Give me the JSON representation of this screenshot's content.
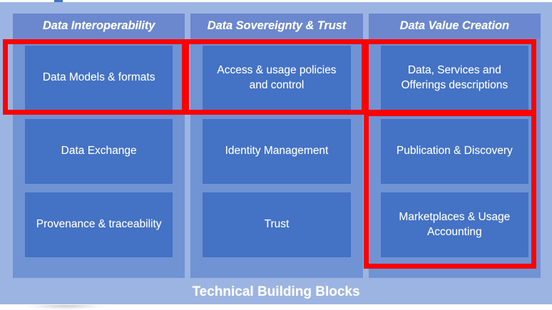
{
  "diagram": {
    "caption": "Technical Building Blocks",
    "colors": {
      "background": "#9CB4E2",
      "column_background": "#7093D4",
      "header_band": "#6B87CE",
      "cell": "#4472C4",
      "cell_text": "#FFFFFF",
      "annotation": "#FF0000"
    },
    "columns": [
      {
        "header": "Data Interoperability",
        "cells": [
          "Data Models & formats",
          "Data Exchange",
          "Provenance & traceability"
        ]
      },
      {
        "header": "Data Sovereignty & Trust",
        "cells": [
          "Access & usage policies and control",
          "Identity Management",
          "Trust"
        ]
      },
      {
        "header": "Data Value Creation",
        "cells": [
          "Data, Services and Offerings descriptions",
          "Publication & Discovery",
          "Marketplaces & Usage Accounting"
        ]
      }
    ],
    "annotations": [
      {
        "id": "highlight-row1-col1",
        "label": "Data Models & formats"
      },
      {
        "id": "highlight-row1-col2",
        "label": "Access & usage policies and control"
      },
      {
        "id": "highlight-row1-col3",
        "label": "Data, Services and Offerings descriptions"
      },
      {
        "id": "highlight-rows23-col3",
        "label": "Publication & Discovery / Marketplaces & Usage Accounting"
      }
    ]
  }
}
